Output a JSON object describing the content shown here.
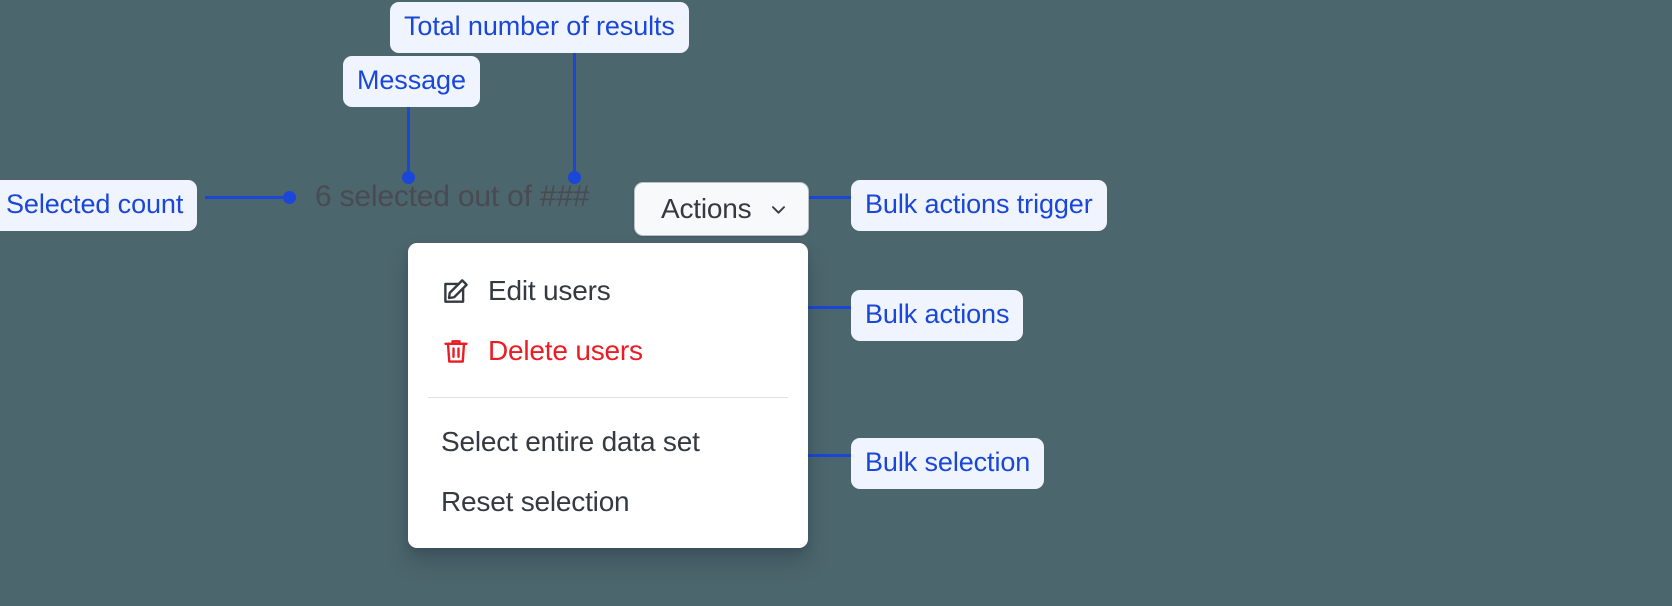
{
  "canvas": {
    "background_color": "#4C666E",
    "annotation_color": "#1A47D8",
    "annotation_bg_color": "#EFF4FE"
  },
  "toolbar": {
    "selected_count": "6",
    "selected_message": "6 selected out of ###",
    "total_results_placeholder": "###",
    "actions_button_label": "Actions",
    "chevron_icon": "chevron-down-icon"
  },
  "menu": {
    "groups": [
      {
        "name": "bulk-actions",
        "items": [
          {
            "label": "Edit users",
            "icon": "edit-pencil-icon",
            "tone": "default",
            "color": "#343A40"
          },
          {
            "label": "Delete users",
            "icon": "trash-icon",
            "tone": "danger",
            "color": "#EC1C24"
          }
        ]
      },
      {
        "name": "bulk-selection",
        "items": [
          {
            "label": "Select entire data set",
            "icon": "none",
            "tone": "default",
            "color": "#343A40"
          },
          {
            "label": "Reset selection",
            "icon": "none",
            "tone": "default",
            "color": "#343A40"
          }
        ]
      }
    ]
  },
  "annotations": [
    {
      "id": "total-results",
      "label": "Total number of results"
    },
    {
      "id": "message",
      "label": "Message"
    },
    {
      "id": "selected-count",
      "label": "Selected count"
    },
    {
      "id": "bulk-actions-trigger",
      "label": "Bulk actions trigger"
    },
    {
      "id": "bulk-actions",
      "label": "Bulk actions"
    },
    {
      "id": "bulk-selection",
      "label": "Bulk selection"
    }
  ]
}
